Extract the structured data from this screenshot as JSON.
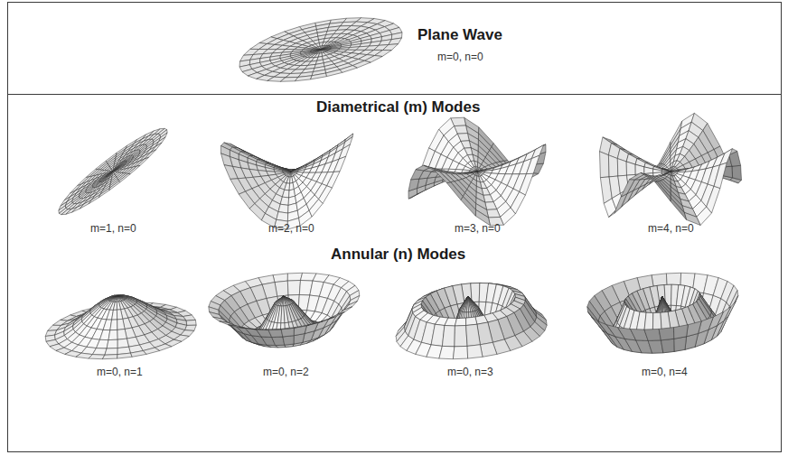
{
  "diagram": {
    "nodes": [
      {
        "text": [
          "Plane Wave",
          "m=0, n=0"
        ]
      },
      {
        "text": [
          "Diametrical (m) Modes",
          "Annular (n) Modes"
        ]
      }
    ],
    "labels": [
      "m=1, n=0",
      "m=2, n=0",
      "m=3, n=0",
      "m=4, n=0",
      "m=0, n=1",
      "m=0, n=2",
      "m=0, n=3",
      "m=0, n=4"
    ]
  }
}
